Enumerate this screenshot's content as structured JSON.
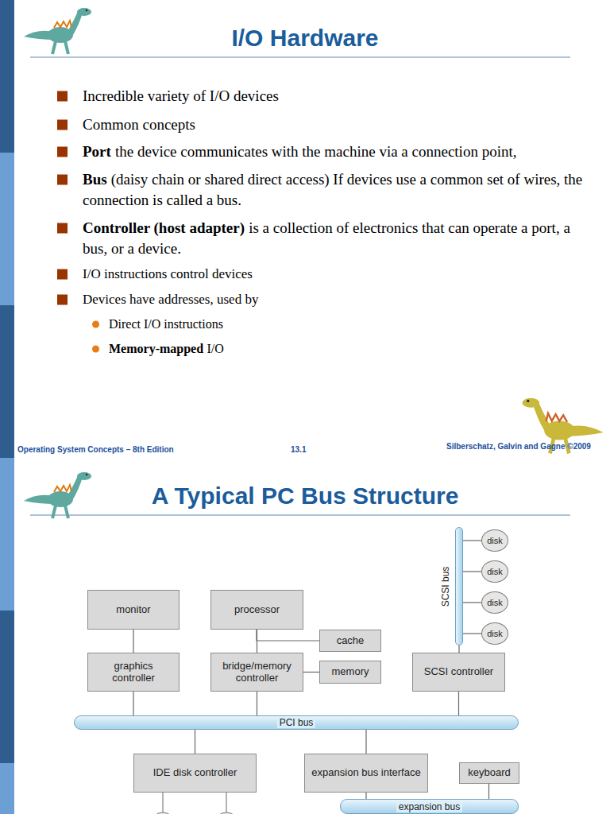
{
  "diagram": {
    "title": "I/O Hardware",
    "nodes": [
      {
        "text": [
          "monitor"
        ]
      },
      {
        "text": [
          "processor"
        ]
      },
      {
        "text": [
          "cache"
        ]
      },
      {
        "text": [
          "graphics controller"
        ]
      },
      {
        "text": [
          "bridge/memory controller"
        ]
      },
      {
        "text": [
          "memory"
        ]
      },
      {
        "text": [
          "SCSI controller"
        ]
      },
      {
        "text": [
          "SCSI bus"
        ]
      },
      {
        "text": [
          "disk"
        ]
      },
      {
        "text": [
          "disk"
        ]
      },
      {
        "text": [
          "disk"
        ]
      },
      {
        "text": [
          "disk"
        ]
      },
      {
        "text": [
          "PCI bus"
        ]
      },
      {
        "text": [
          "IDE disk controller"
        ]
      },
      {
        "text": [
          "expansion bus interface"
        ]
      },
      {
        "text": [
          "keyboard"
        ]
      },
      {
        "text": [
          "expansion bus"
        ]
      }
    ],
    "edges": [
      {
        "from": 0,
        "to": 3,
        "arrow": "none"
      },
      {
        "from": 1,
        "to": 4,
        "arrow": "none"
      },
      {
        "from": 1,
        "to": 2,
        "arrow": "none"
      },
      {
        "from": 4,
        "to": 5,
        "arrow": "none"
      },
      {
        "from": 6,
        "to": 7,
        "arrow": "none"
      },
      {
        "from": 7,
        "to": 8,
        "arrow": "none"
      },
      {
        "from": 7,
        "to": 9,
        "arrow": "none"
      },
      {
        "from": 7,
        "to": 10,
        "arrow": "none"
      },
      {
        "from": 7,
        "to": 11,
        "arrow": "none"
      },
      {
        "from": 3,
        "to": 12,
        "arrow": "none"
      },
      {
        "from": 4,
        "to": 12,
        "arrow": "none"
      },
      {
        "from": 6,
        "to": 12,
        "arrow": "none"
      },
      {
        "from": 12,
        "to": 13,
        "arrow": "none"
      },
      {
        "from": 12,
        "to": 14,
        "arrow": "none"
      },
      {
        "from": 14,
        "to": 16,
        "arrow": "none"
      },
      {
        "from": 15,
        "to": 16,
        "arrow": "none"
      }
    ],
    "labels": [
      "Incredible variety of I/O devices",
      "Common concepts",
      "Port",
      "the device communicates with the machine via a connection point,",
      "Bus",
      "(daisy chain or shared direct access) If devices use a common set of wires, the connection is called a bus.",
      "Controller (host adapter)",
      "is a collection of electronics that can operate a port, a bus, or a device.",
      "I/O instructions control devices",
      "Devices have addresses, used by",
      "Direct I/O instructions",
      "Memory-mapped",
      "I/O",
      "Operating System Concepts – 8th Edition",
      "13.1",
      "Silberschatz, Galvin and Gagne ©2009",
      "A Typical PC Bus Structure"
    ]
  }
}
